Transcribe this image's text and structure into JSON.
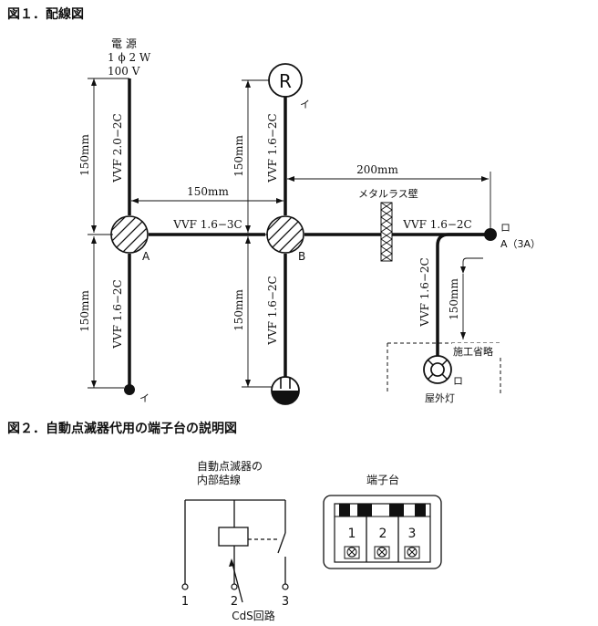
{
  "fig1": {
    "title": "図１．配線図",
    "power": {
      "line1": "電 源",
      "line2": "1 ϕ 2 W",
      "line3": "100 V"
    },
    "receptacle_letter": "R",
    "lbl_i_top": "イ",
    "lbl_i_bottom": "イ",
    "lbl_ro_right": "ロ",
    "lbl_ro_lamp": "ロ",
    "box_a": "A",
    "box_b": "B",
    "switch_label": "A（3A）",
    "cable_top_left": "VVF 2.0−2C",
    "cable_top_mid": "VVF 1.6−2C",
    "cable_bot_left": "VVF 1.6−2C",
    "cable_bot_mid": "VVF 1.6−2C",
    "cable_ab": "VVF 1.6−3C",
    "cable_b_right": "VVF 1.6−2C",
    "cable_drop": "VVF 1.6−2C",
    "dim_top_left": "150mm",
    "dim_top_mid": "150mm",
    "dim_bot_left": "150mm",
    "dim_bot_mid": "150mm",
    "dim_ab": "150mm",
    "dim_right": "200mm",
    "dim_drop": "150mm",
    "wall_label": "メタルラス壁",
    "omitted_label": "施工省略",
    "outdoor_lamp_label": "屋外灯"
  },
  "fig2": {
    "title": "図２．自動点滅器代用の端子台の説明図",
    "internal_line1": "自動点滅器の",
    "internal_line2": "内部結線",
    "terminal_block_title": "端子台",
    "terminal_numbers": [
      "1",
      "2",
      "3"
    ],
    "lead_numbers": [
      "1",
      "2",
      "3"
    ],
    "cds_label": "CdS回路"
  }
}
